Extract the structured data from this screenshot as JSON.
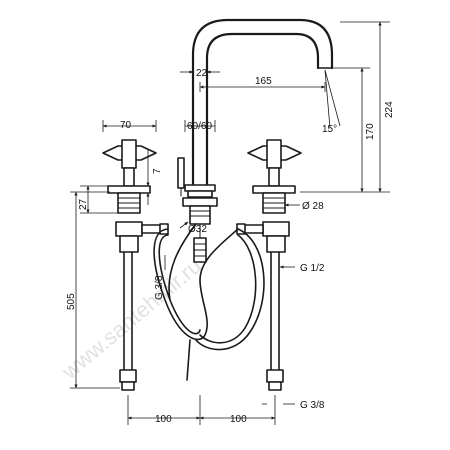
{
  "dimensions": {
    "d22": "22",
    "d165": "165",
    "d224": "224",
    "d60_60": "60/60",
    "d70": "70",
    "d15": "15°",
    "d170": "170",
    "d7": "7",
    "d27": "27",
    "d28": "Ø 28",
    "d32": "Ø32",
    "d505": "505",
    "g38_left": "G 3/8",
    "g12": "G 1/2",
    "g38_bottom": "G 3/8",
    "d100_left": "100",
    "d100_right": "100"
  },
  "watermark": "www.santehmir.ru",
  "colors": {
    "line": "#1a1a1a",
    "watermark": "#c9c9c9",
    "background": "#ffffff"
  }
}
